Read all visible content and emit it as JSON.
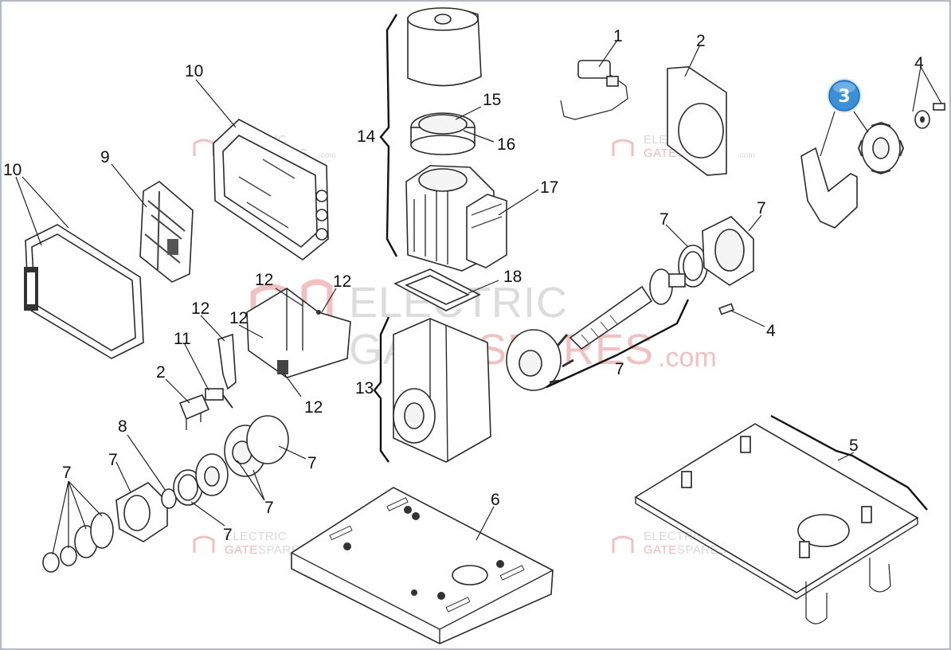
{
  "watermark": {
    "line1": "ELECTRIC",
    "line2a": "GATE",
    "line2b": "SPARES",
    "suffix": ".com"
  },
  "highlight_badge": "3",
  "labels": {
    "l1": "1",
    "l2a": "2",
    "l2b": "2",
    "l4a": "4",
    "l4b": "4",
    "l5": "5",
    "l6": "6",
    "l7a": "7",
    "l7b": "7",
    "l7c": "7",
    "l7d": "7",
    "l7e": "7",
    "l7f": "7",
    "l7g": "7",
    "l7h": "7",
    "l8": "8",
    "l9": "9",
    "l10a": "10",
    "l10b": "10",
    "l11": "11",
    "l12a": "12",
    "l12b": "12",
    "l12c": "12",
    "l12d": "12",
    "l12e": "12",
    "l13": "13",
    "l14": "14",
    "l15": "15",
    "l16": "16",
    "l17": "17",
    "l18": "18"
  },
  "colors": {
    "badge": "#3a8fd6",
    "watermark_red": "#f1c0c0",
    "watermark_gray": "#dcdcdc"
  }
}
